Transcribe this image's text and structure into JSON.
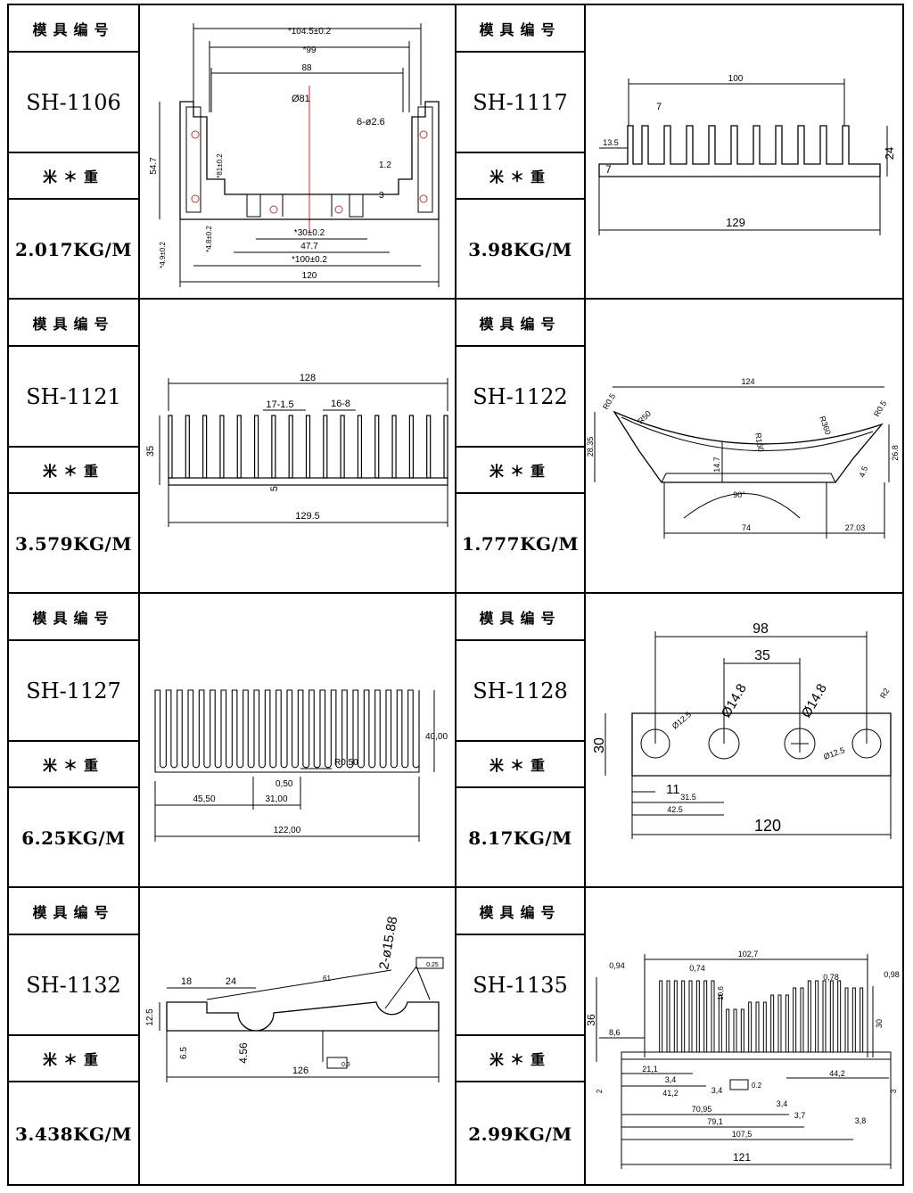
{
  "header_label": "模具编号",
  "weight_label": "米＊重",
  "products": [
    {
      "code": "SH-1106",
      "weight": "2.017KG/M"
    },
    {
      "code": "SH-1117",
      "weight": "3.98KG/M"
    },
    {
      "code": "SH-1121",
      "weight": "3.579KG/M"
    },
    {
      "code": "SH-1122",
      "weight": "1.777KG/M"
    },
    {
      "code": "SH-1127",
      "weight": "6.25KG/M"
    },
    {
      "code": "SH-1128",
      "weight": "8.17KG/M"
    },
    {
      "code": "SH-1132",
      "weight": "3.438KG/M"
    },
    {
      "code": "SH-1135",
      "weight": "2.99KG/M"
    }
  ],
  "drawings": {
    "sh1106": {
      "d1": "*104.5±0.2",
      "d2": "*99",
      "d3": "88",
      "d4": "Ø81",
      "d5": "6-ø2.6",
      "d6": "54.7",
      "d7": "*81±0.2",
      "d8": "1.2",
      "d9": "3",
      "d10": "*30±0.2",
      "d11": "47.7",
      "d12": "*100±0.2",
      "d13": "120",
      "d14": "*4.8±0.2",
      "d15": "*4.9±0.2"
    },
    "sh1117": {
      "d1": "100",
      "d2": "7",
      "d3": "13.5",
      "d4": "24",
      "d5": "7",
      "d6": "129"
    },
    "sh1121": {
      "d1": "128",
      "d2": "17-1.5",
      "d3": "16-8",
      "d4": "35",
      "d5": "5",
      "d6": "129.5"
    },
    "sh1122": {
      "d1": "124",
      "d2": "R0.5",
      "d3": "R50",
      "d4": "R360",
      "d5": "R160",
      "d6": "R0.5",
      "d7": "28.35",
      "d8": "14.7",
      "d9": "26.8",
      "d10": "90°",
      "d11": "4.5",
      "d12": "74",
      "d13": "27.03"
    },
    "sh1127": {
      "d1": "40,00",
      "d2": "R0,50",
      "d3": "0,50",
      "d4": "45,50",
      "d5": "31,00",
      "d6": "122,00"
    },
    "sh1128": {
      "d1": "98",
      "d2": "35",
      "d3": "Ø14.8",
      "d4": "Ø14.8",
      "d5": "Ø12.5",
      "d6": "Ø12.5",
      "d7": "R2",
      "d8": "30",
      "d9": "11",
      "d10": "31.5",
      "d11": "42.5",
      "d12": "120"
    },
    "sh1132": {
      "d1": "2-ø15.88",
      "d2": "18",
      "d3": "24",
      "d4": "61",
      "d5": "0.25",
      "d6": "12.5",
      "d7": "6.5",
      "d8": "4.56",
      "d9": "0.3",
      "d10": "126"
    },
    "sh1135": {
      "d1": "102,7",
      "d2": "0,94",
      "d3": "0,74",
      "d4": "0,78",
      "d5": "0,98",
      "d6": "10,6",
      "d7": "36",
      "d8": "8,6",
      "d9": "30",
      "d10": "21,1",
      "d11": "3,4",
      "d12": "41,2",
      "d13": "3,4",
      "d14": "0.2",
      "d15": "44,2",
      "d16": "2",
      "d17": "3,4",
      "d18": "70,95",
      "d19": "3,7",
      "d20": "79,1",
      "d21": "3,8",
      "d22": "107,5",
      "d23": "121",
      "d24": "3"
    }
  }
}
